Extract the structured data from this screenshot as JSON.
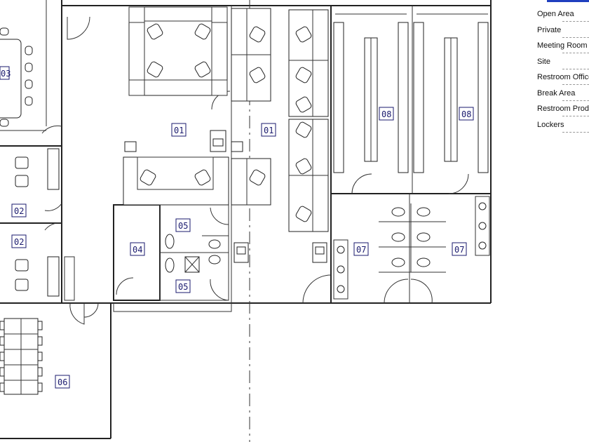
{
  "legend": {
    "items": [
      {
        "label": "Open Area"
      },
      {
        "label": "Private"
      },
      {
        "label": "Meeting Room"
      },
      {
        "label": "Site"
      },
      {
        "label": "Restroom Office"
      },
      {
        "label": "Break Area"
      },
      {
        "label": "Restroom Production"
      },
      {
        "label": "Lockers"
      }
    ]
  },
  "room_tags": {
    "r03": "03",
    "r01a": "01",
    "r01b": "01",
    "r02a": "02",
    "r02b": "02",
    "r04": "04",
    "r05a": "05",
    "r05b": "05",
    "r06": "06",
    "r07a": "07",
    "r07b": "07",
    "r08a": "08",
    "r08b": "08"
  },
  "colors": {
    "tag_text": "#1a1a6e",
    "legend_bar": "#1f3fbf"
  }
}
